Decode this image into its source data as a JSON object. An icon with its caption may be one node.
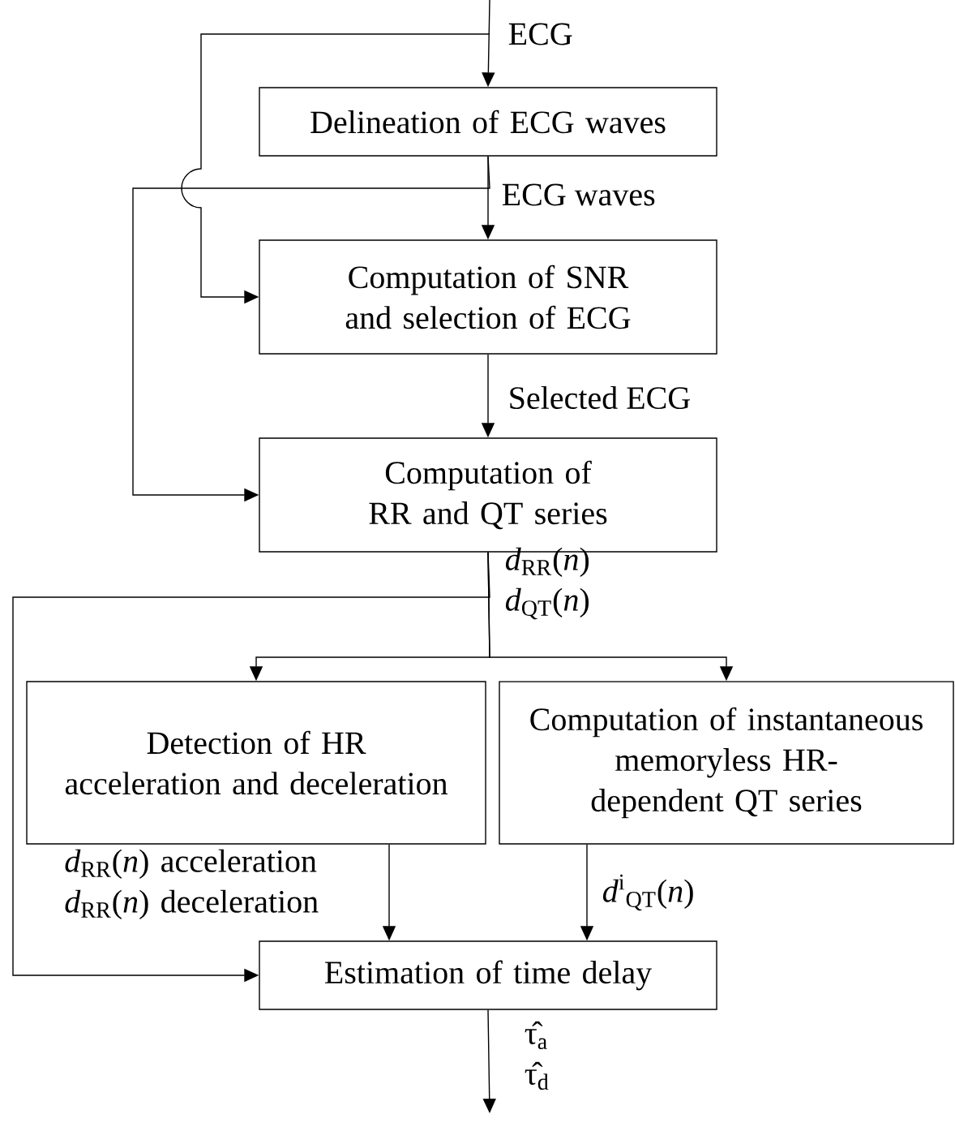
{
  "diagram": {
    "nodes": [
      {
        "text": [
          "Delineation of ECG waves"
        ]
      },
      {
        "text": [
          "Computation of SNR and selection of ECG"
        ]
      },
      {
        "text": [
          "Computation of RR and QT series"
        ]
      },
      {
        "text": [
          "Detection of HR acceleration and deceleration"
        ]
      },
      {
        "text": [
          "Computation of instantaneous memoryless HR-dependent QT series"
        ]
      },
      {
        "text": [
          "Estimation of time delay"
        ]
      }
    ],
    "edges": [
      {
        "from": null,
        "to": 0,
        "arrow": "to",
        "label": "ECG"
      },
      {
        "from": null,
        "to": 1,
        "arrow": "to"
      },
      {
        "from": 0,
        "to": 1,
        "arrow": "to",
        "label": "ECG waves"
      },
      {
        "from": 0,
        "to": 2,
        "arrow": "to"
      },
      {
        "from": 1,
        "to": 2,
        "arrow": "to",
        "label": "Selected ECG"
      },
      {
        "from": 2,
        "to": 3,
        "arrow": "to",
        "label": "*d*$_{RR}$(*n*) *d*$_{QT}$(*n*)"
      },
      {
        "from": 2,
        "to": 4,
        "arrow": "to"
      },
      {
        "from": 2,
        "to": 5,
        "arrow": "to"
      },
      {
        "from": 3,
        "to": 5,
        "arrow": "to",
        "label": "*d*$_{RR}$(*n*) acceleration *d*$_{RR}$(*n*) deceleration"
      },
      {
        "from": 4,
        "to": 5,
        "arrow": "to",
        "label": "*d*$^{i}$$_{QT}$(*n*)"
      },
      {
        "from": 5,
        "to": null,
        "arrow": "to",
        "label": "τ̂$_{a}$ τ̂$_{d}$"
      }
    ]
  }
}
